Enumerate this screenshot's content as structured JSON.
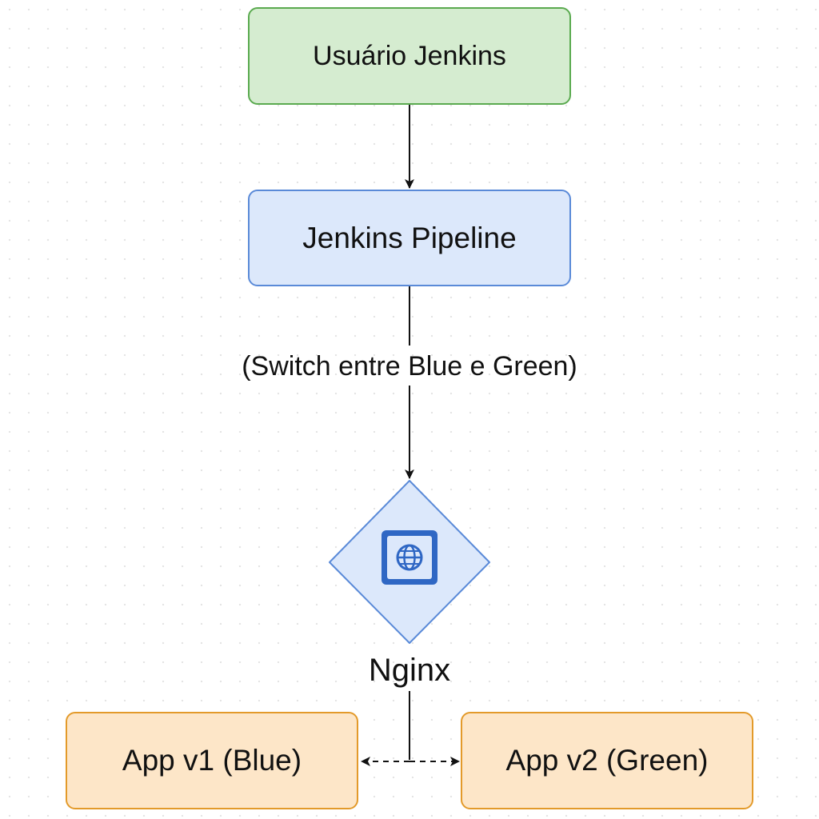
{
  "colors": {
    "user_fill": "#d5ecd0",
    "user_stroke": "#5aaa4f",
    "pipeline_fill": "#dce8fb",
    "pipeline_stroke": "#5a8ad8",
    "app_fill": "#fde6c8",
    "app_stroke": "#e39a2a",
    "nginx_fill": "#dce8fb",
    "nginx_stroke": "#5a8ad8",
    "nginx_icon": "#2f67c4",
    "line": "#111111"
  },
  "nodes": {
    "user": {
      "label": "Usuário Jenkins"
    },
    "pipeline": {
      "label": "Jenkins Pipeline"
    },
    "nginx": {
      "label": "Nginx",
      "icon": "globe-icon"
    },
    "app_blue": {
      "label": "App v1 (Blue)"
    },
    "app_green": {
      "label": "App v2 (Green)"
    }
  },
  "edges": {
    "pipeline_to_nginx": {
      "label": "(Switch entre Blue e Green)"
    }
  }
}
